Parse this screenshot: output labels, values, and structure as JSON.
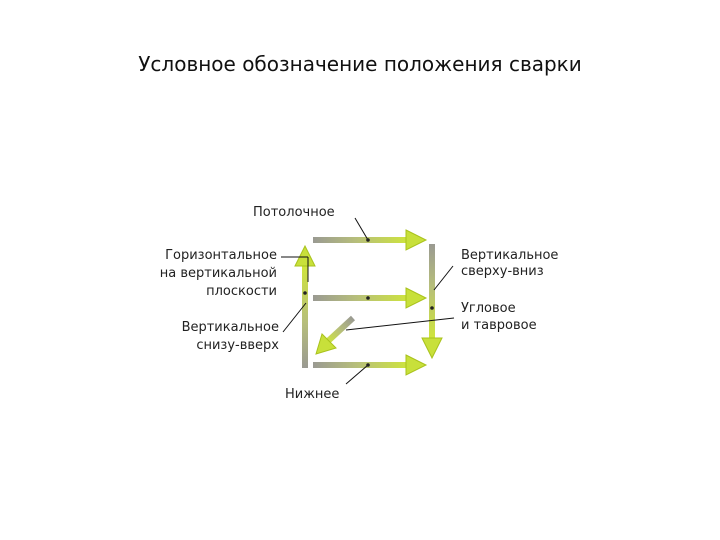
{
  "title": "Условное обозначение положения сварки",
  "labels": {
    "ceiling": "Потолочное",
    "horizontal_line1": "Горизонтальное",
    "horizontal_line2": "на вертикальной",
    "horizontal_line3": "плоскости",
    "vertical_up_line1": "Вертикальное",
    "vertical_up_line2": "снизу-вверх",
    "bottom": "Нижнее",
    "vertical_down_line1": "Вертикальное",
    "vertical_down_line2": "сверху-вниз",
    "corner_line1": "Угловое",
    "corner_line2": "и тавровое"
  },
  "colors": {
    "bar_grey": "#9a9a92",
    "arrow_green": "#c8e03a",
    "arrow_green_dark": "#a9c21c",
    "text": "#222222"
  }
}
